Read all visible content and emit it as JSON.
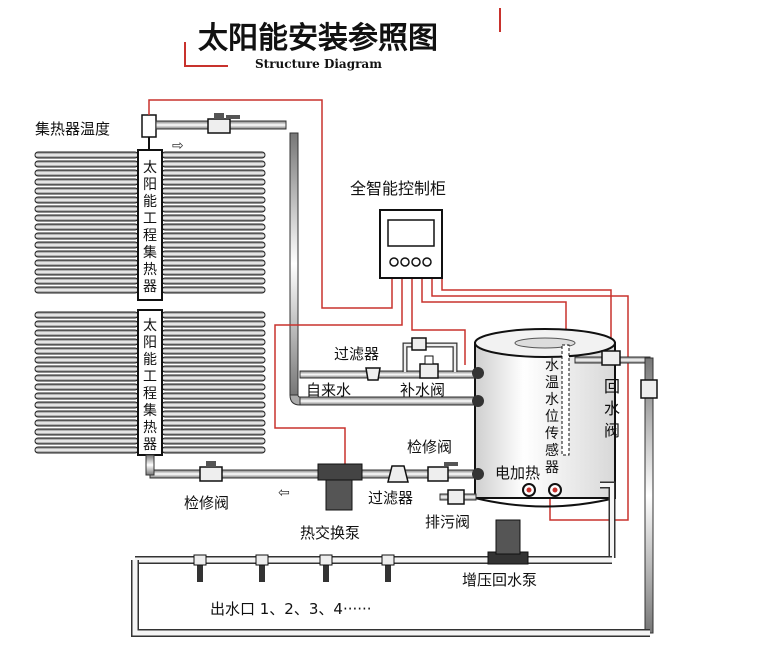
{
  "title": "太阳能安装参照图",
  "subtitle": "Structure Diagram",
  "labels": {
    "collector_temp": "集热器温度",
    "controller": "全智能控制柜",
    "filter_top": "过滤器",
    "tap_water": "自来水",
    "makeup_valve": "补水阀",
    "sensor": "水温水位传感器",
    "return_valve": "回水阀",
    "maint_valve_right": "检修阀",
    "electric_heat": "电加热",
    "filter_bottom": "过滤器",
    "drain_valve": "排污阀",
    "maint_valve_left": "检修阀",
    "heat_pump": "热交换泵",
    "booster_pump": "增压回水泵",
    "outlets": "出水口 1、2、3、4······",
    "collector_upper": "太阳能工程集热器",
    "collector_lower": "太阳能工程集热器"
  },
  "colors": {
    "wire": "#c8322d",
    "pipe": "#4a4a4a",
    "accent": "#c8322d"
  }
}
